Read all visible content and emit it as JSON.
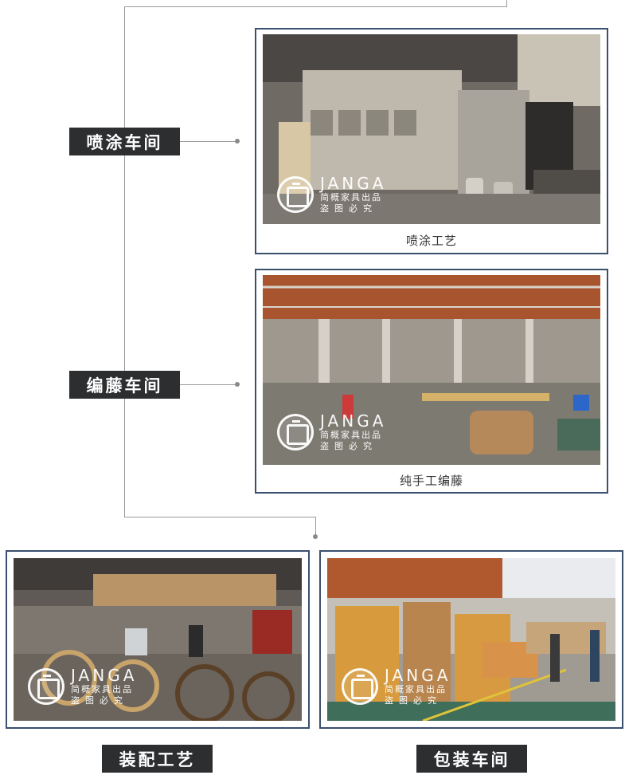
{
  "sections": {
    "spray": {
      "label": "喷涂车间",
      "caption": "喷涂工艺"
    },
    "rattan": {
      "label": "编藤车间",
      "caption": "纯手工编藤"
    },
    "assembly": {
      "label": "装配工艺"
    },
    "packing": {
      "label": "包装车间"
    }
  },
  "watermark": {
    "brand": "JANGA",
    "line1": "简概家具出品",
    "line2": "盗图必究"
  },
  "colors": {
    "label_bg": "#2d2e30",
    "card_border": "#3b4f6e",
    "connector": "#9a9a9a"
  }
}
